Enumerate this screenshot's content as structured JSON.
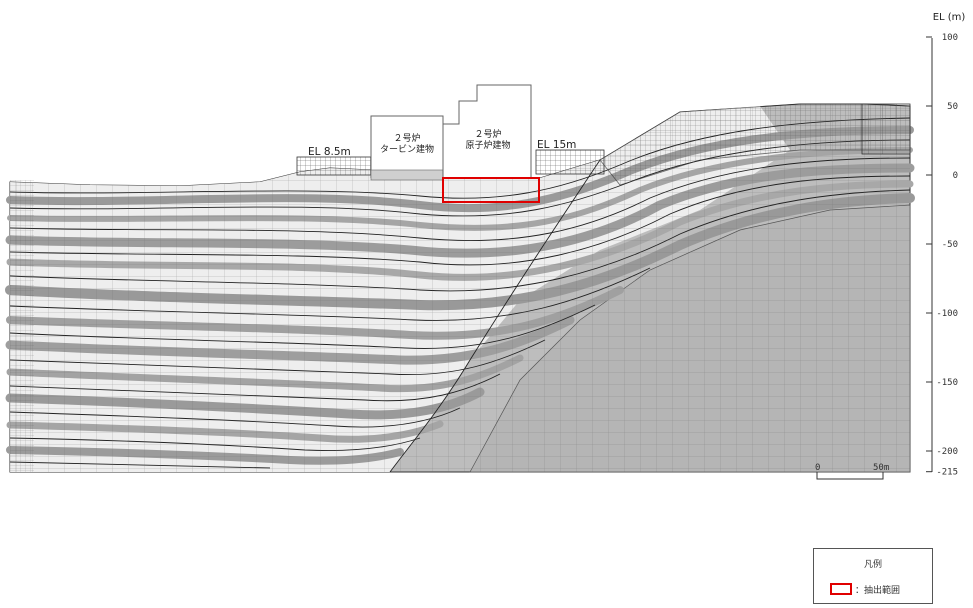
{
  "labels": {
    "el_left": "EL 8.5m",
    "el_right": "EL 15m",
    "turbine_line1": "２号炉",
    "turbine_line2": "タービン建物",
    "reactor_line1": "２号炉",
    "reactor_line2": "原子炉建物"
  },
  "axis": {
    "title": "EL (m)",
    "ticks": [
      "100",
      "50",
      "0",
      "-50",
      "-100",
      "-150",
      "-200",
      "-215"
    ]
  },
  "scale": {
    "zero": "0",
    "fifty": "50m"
  },
  "legend": {
    "title": "凡例",
    "item": "：抽出範囲",
    "color": "#e00000"
  }
}
